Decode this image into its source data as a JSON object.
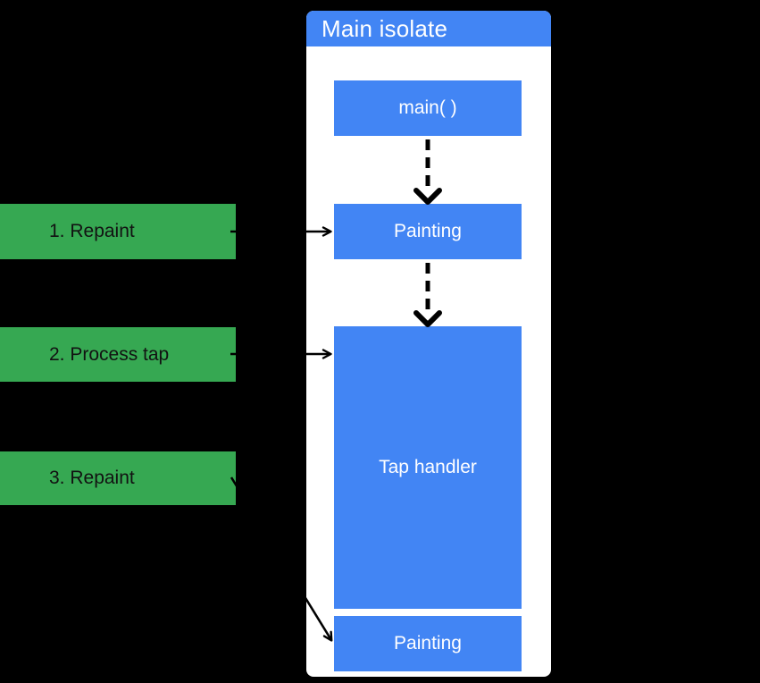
{
  "diagram": {
    "title": "Main isolate",
    "nodes": [
      {
        "id": "main",
        "label": "main( )"
      },
      {
        "id": "painting-1",
        "label": "Painting"
      },
      {
        "id": "tap-handler",
        "label": "Tap handler"
      },
      {
        "id": "painting-2",
        "label": "Painting"
      }
    ],
    "events": [
      {
        "id": "event-1",
        "label": "1. Repaint",
        "target": "painting-1"
      },
      {
        "id": "event-2",
        "label": "2. Process tap",
        "target": "tap-handler"
      },
      {
        "id": "event-3",
        "label": "3. Repaint",
        "target": "painting-2"
      }
    ],
    "edges": [
      {
        "from": "main",
        "to": "painting-1",
        "style": "dashed-arrow"
      },
      {
        "from": "painting-1",
        "to": "tap-handler",
        "style": "dashed-arrow"
      },
      {
        "from": "event-1",
        "to": "painting-1",
        "style": "solid-arrow"
      },
      {
        "from": "event-2",
        "to": "tap-handler",
        "style": "solid-arrow"
      },
      {
        "from": "event-3",
        "to": "painting-2",
        "style": "solid-arrow"
      }
    ],
    "colors": {
      "background": "#000000",
      "panel_body": "#ffffff",
      "panel_header_blue": "#4285f4",
      "node_blue": "#4285f4",
      "event_green": "#36a852",
      "arrow": "#000000",
      "node_text": "#ffffff",
      "event_text": "#121212",
      "title_text": "#ffffff"
    }
  }
}
